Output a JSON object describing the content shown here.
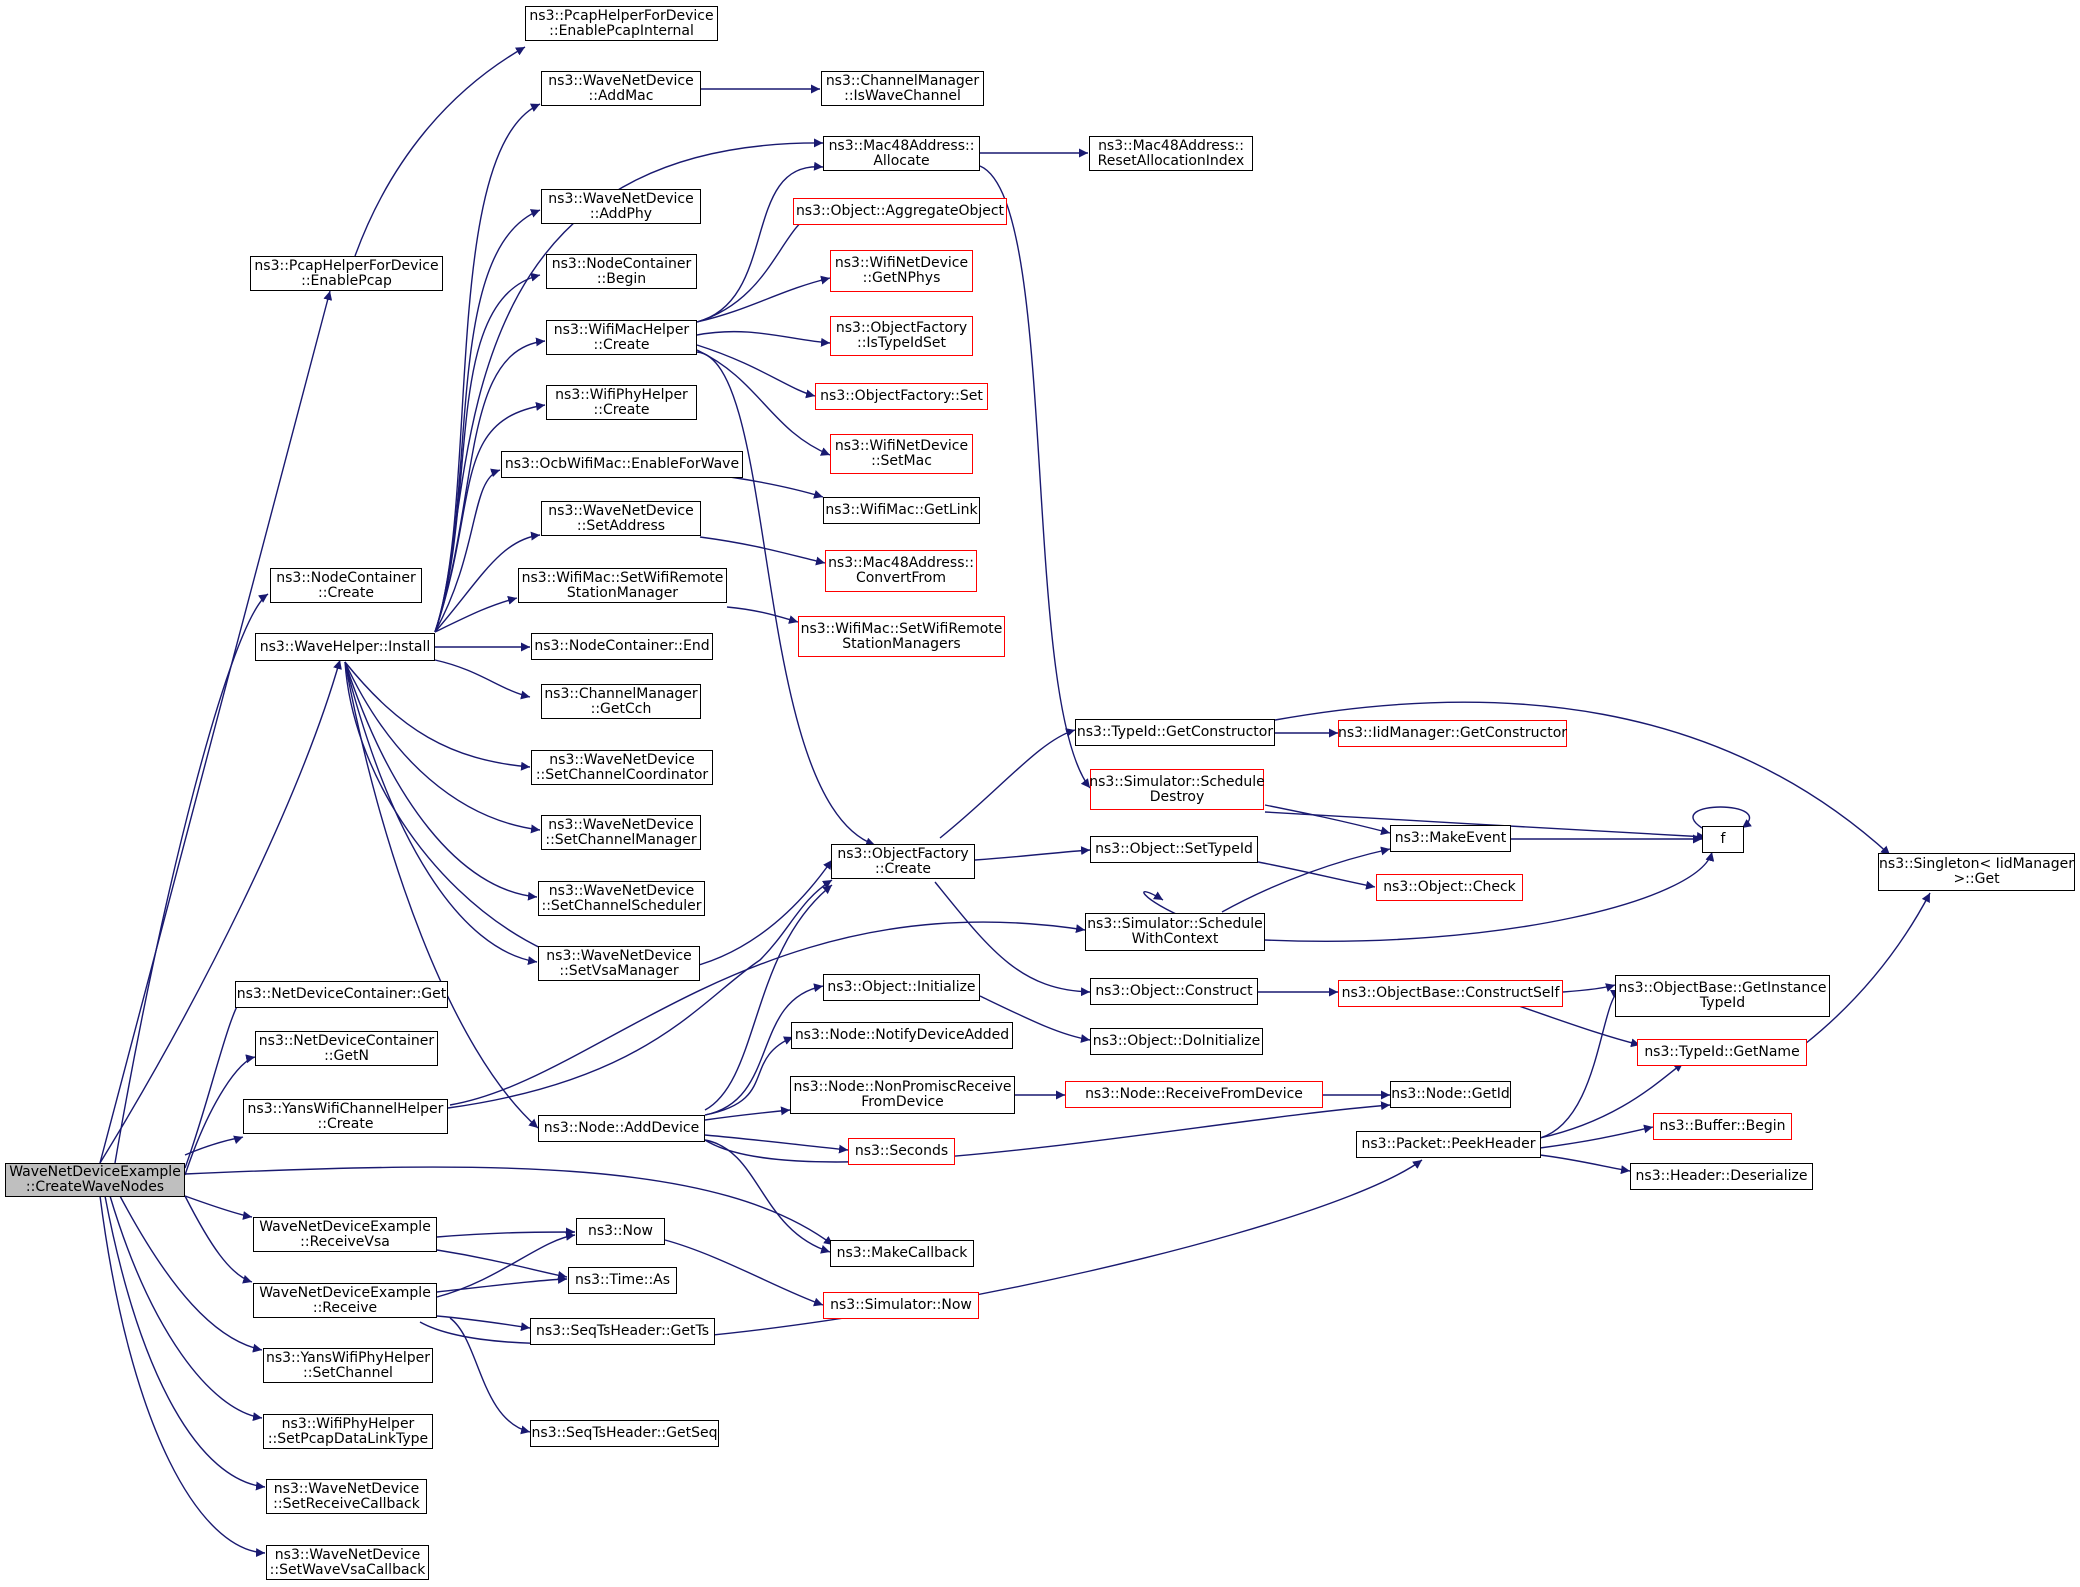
{
  "root": [
    "WaveNetDeviceExample",
    "::CreateWaveNodes"
  ],
  "nodes": {
    "pcap_internal": [
      "ns3::PcapHelperForDevice",
      "::EnablePcapInternal"
    ],
    "addmac": [
      "ns3::WaveNetDevice",
      "::AddMac"
    ],
    "iswavechannel": [
      "ns3::ChannelManager",
      "::IsWaveChannel"
    ],
    "allocate": [
      "ns3::Mac48Address::",
      "Allocate"
    ],
    "resetalloc": [
      "ns3::Mac48Address::",
      "ResetAllocationIndex"
    ],
    "aggregate": [
      "ns3::Object::AggregateObject"
    ],
    "addphy": [
      "ns3::WaveNetDevice",
      "::AddPhy"
    ],
    "getnphys": [
      "ns3::WifiNetDevice",
      "::GetNPhys"
    ],
    "enablepcap": [
      "ns3::PcapHelperForDevice",
      "::EnablePcap"
    ],
    "nc_begin": [
      "ns3::NodeContainer",
      "::Begin"
    ],
    "wifimac_create": [
      "ns3::WifiMacHelper",
      "::Create"
    ],
    "istypeidset": [
      "ns3::ObjectFactory",
      "::IsTypeIdSet"
    ],
    "of_set": [
      "ns3::ObjectFactory::Set"
    ],
    "wifiphy_create": [
      "ns3::WifiPhyHelper",
      "::Create"
    ],
    "setmac": [
      "ns3::WifiNetDevice",
      "::SetMac"
    ],
    "enableforwave": [
      "ns3::OcbWifiMac::EnableForWave"
    ],
    "getlink": [
      "ns3::WifiMac::GetLink"
    ],
    "setaddress": [
      "ns3::WaveNetDevice",
      "::SetAddress"
    ],
    "convertfrom": [
      "ns3::Mac48Address::",
      "ConvertFrom"
    ],
    "nc_create": [
      "ns3::NodeContainer",
      "::Create"
    ],
    "setwifiremote": [
      "ns3::WifiMac::SetWifiRemote",
      "StationManager"
    ],
    "setwifiremotes": [
      "ns3::WifiMac::SetWifiRemote",
      "StationManagers"
    ],
    "install": [
      "ns3::WaveHelper::Install"
    ],
    "nc_end": [
      "ns3::NodeContainer::End"
    ],
    "getcch": [
      "ns3::ChannelManager",
      "::GetCch"
    ],
    "getconstructor": [
      "ns3::TypeId::GetConstructor"
    ],
    "iid_getconstructor": [
      "ns3::IidManager::GetConstructor"
    ],
    "setchancoord": [
      "ns3::WaveNetDevice",
      "::SetChannelCoordinator"
    ],
    "schedule_destroy": [
      "ns3::Simulator::Schedule",
      "Destroy"
    ],
    "setchanmgr": [
      "ns3::WaveNetDevice",
      "::SetChannelManager"
    ],
    "makeevent": [
      "ns3::MakeEvent"
    ],
    "f": [
      "f"
    ],
    "of_create": [
      "ns3::ObjectFactory",
      "::Create"
    ],
    "settypeid": [
      "ns3::Object::SetTypeId"
    ],
    "singleton_get": [
      "ns3::Singleton< IidManager",
      ">::Get"
    ],
    "setchansched": [
      "ns3::WaveNetDevice",
      "::SetChannelScheduler"
    ],
    "check": [
      "ns3::Object::Check"
    ],
    "schedule_ctx": [
      "ns3::Simulator::Schedule",
      "WithContext"
    ],
    "setvsamgr": [
      "ns3::WaveNetDevice",
      "::SetVsaManager"
    ],
    "initialize": [
      "ns3::Object::Initialize"
    ],
    "construct": [
      "ns3::Object::Construct"
    ],
    "constructself": [
      "ns3::ObjectBase::ConstructSelf"
    ],
    "getinstancetypeid": [
      "ns3::ObjectBase::GetInstance",
      "TypeId"
    ],
    "ndc_get": [
      "ns3::NetDeviceContainer::Get"
    ],
    "doinitialize": [
      "ns3::Object::DoInitialize"
    ],
    "notifydeviceadded": [
      "ns3::Node::NotifyDeviceAdded"
    ],
    "ndc_getn": [
      "ns3::NetDeviceContainer",
      "::GetN"
    ],
    "tid_getname": [
      "ns3::TypeId::GetName"
    ],
    "nonpromisc": [
      "ns3::Node::NonPromiscReceive",
      "FromDevice"
    ],
    "receivefromdevice": [
      "ns3::Node::ReceiveFromDevice"
    ],
    "yanschan_create": [
      "ns3::YansWifiChannelHelper",
      "::Create"
    ],
    "node_getid": [
      "ns3::Node::GetId"
    ],
    "adddevice": [
      "ns3::Node::AddDevice"
    ],
    "buffer_begin": [
      "ns3::Buffer::Begin"
    ],
    "peekheader": [
      "ns3::Packet::PeekHeader"
    ],
    "seconds": [
      "ns3::Seconds"
    ],
    "hdr_deserialize": [
      "ns3::Header::Deserialize"
    ],
    "receivevsa": [
      "WaveNetDeviceExample",
      "::ReceiveVsa"
    ],
    "now": [
      "ns3::Now"
    ],
    "makecallback": [
      "ns3::MakeCallback"
    ],
    "time_as": [
      "ns3::Time::As"
    ],
    "sim_now": [
      "ns3::Simulator::Now"
    ],
    "receive": [
      "WaveNetDeviceExample",
      "::Receive"
    ],
    "getts": [
      "ns3::SeqTsHeader::GetTs"
    ],
    "setchannel": [
      "ns3::YansWifiPhyHelper",
      "::SetChannel"
    ],
    "getseq": [
      "ns3::SeqTsHeader::GetSeq"
    ],
    "setpcapdlt": [
      "ns3::WifiPhyHelper",
      "::SetPcapDataLinkType"
    ],
    "setreceivecb": [
      "ns3::WaveNetDevice",
      "::SetReceiveCallback"
    ],
    "setwavevsacb": [
      "ns3::WaveNetDevice",
      "::SetWaveVsaCallback"
    ]
  },
  "colors": {
    "edge": "#191970",
    "node_border": "#000000",
    "truncated_border": "#ff0000",
    "root_fill": "#bfbfbf"
  }
}
